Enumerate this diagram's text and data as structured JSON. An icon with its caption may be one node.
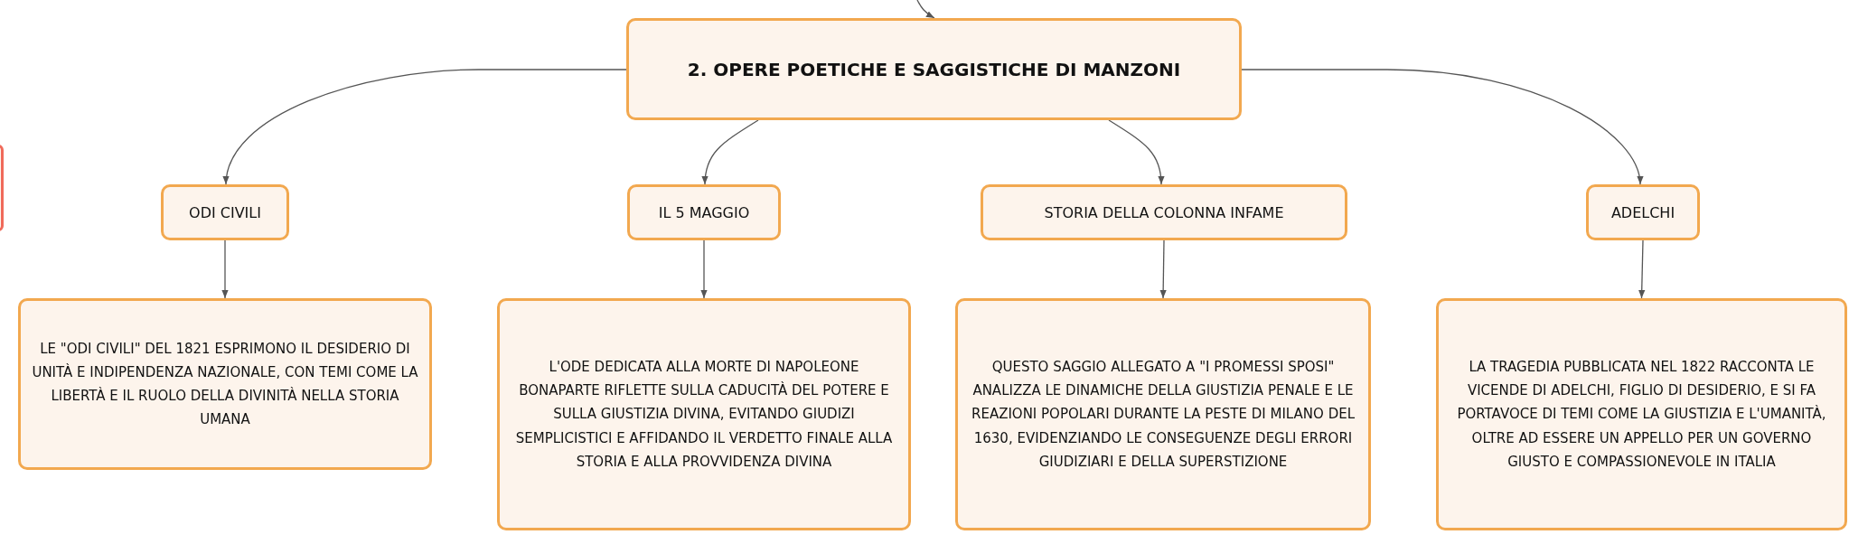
{
  "diagram": {
    "nodes": [
      {
        "text": [
          "2. OPERE POETICHE E SAGGISTICHE DI MANZONI"
        ]
      },
      {
        "text": [
          "ODI CIVILI"
        ]
      },
      {
        "text": [
          "IL 5 MAGGIO"
        ]
      },
      {
        "text": [
          "STORIA DELLA COLONNA INFAME"
        ]
      },
      {
        "text": [
          "ADELCHI"
        ]
      },
      {
        "text": [
          "LE \"ODI CIVILI\" DEL 1821 ESPRIMONO IL DESIDERIO DI UNITÀ E INDIPENDENZA NAZIONALE, CON TEMI COME LA LIBERTÀ E IL RUOLO DELLA DIVINITÀ NELLA STORIA UMANA"
        ]
      },
      {
        "text": [
          "L'ODE DEDICATA ALLA MORTE DI NAPOLEONE BONAPARTE RIFLETTE SULLA CADUCITÀ DEL POTERE E SULLA GIUSTIZIA DIVINA, EVITANDO GIUDIZI SEMPLICISTICI E AFFIDANDO IL VERDETTO FINALE ALLA STORIA E ALLA PROVVIDENZA DIVINA"
        ]
      },
      {
        "text": [
          "QUESTO SAGGIO ALLEGATO A \"I PROMESSI SPOSI\" ANALIZZA LE DINAMICHE DELLA GIUSTIZIA PENALE E LE REAZIONI POPOLARI DURANTE LA PESTE DI MILANO DEL 1630, EVIDENZIANDO LE CONSEGUENZE DEGLI ERRORI GIUDIZIARI E DELLA SUPERSTIZIONE"
        ]
      },
      {
        "text": [
          "LA TRAGEDIA PUBBLICATA NEL 1822 RACCONTA LE VICENDE DI ADELCHI, FIGLIO DI DESIDERIO, E SI FA PORTAVOCE DI TEMI COME LA GIUSTIZIA E L'UMANITÀ, OLTRE AD ESSERE UN APPELLO PER UN GOVERNO GIUSTO E COMPASSIONEVOLE IN ITALIA"
        ]
      },
      {
        "text": [],
        "shape": "box"
      }
    ],
    "edges": [
      {
        "from": null,
        "to": 0,
        "arrow": "to"
      },
      {
        "from": 0,
        "to": 1,
        "arrow": "to"
      },
      {
        "from": 0,
        "to": 2,
        "arrow": "to"
      },
      {
        "from": 0,
        "to": 3,
        "arrow": "to"
      },
      {
        "from": 0,
        "to": 4,
        "arrow": "to"
      },
      {
        "from": 1,
        "to": 5,
        "arrow": "to"
      },
      {
        "from": 2,
        "to": 6,
        "arrow": "to"
      },
      {
        "from": 3,
        "to": 7,
        "arrow": "to"
      },
      {
        "from": 4,
        "to": 8,
        "arrow": "to"
      }
    ]
  }
}
